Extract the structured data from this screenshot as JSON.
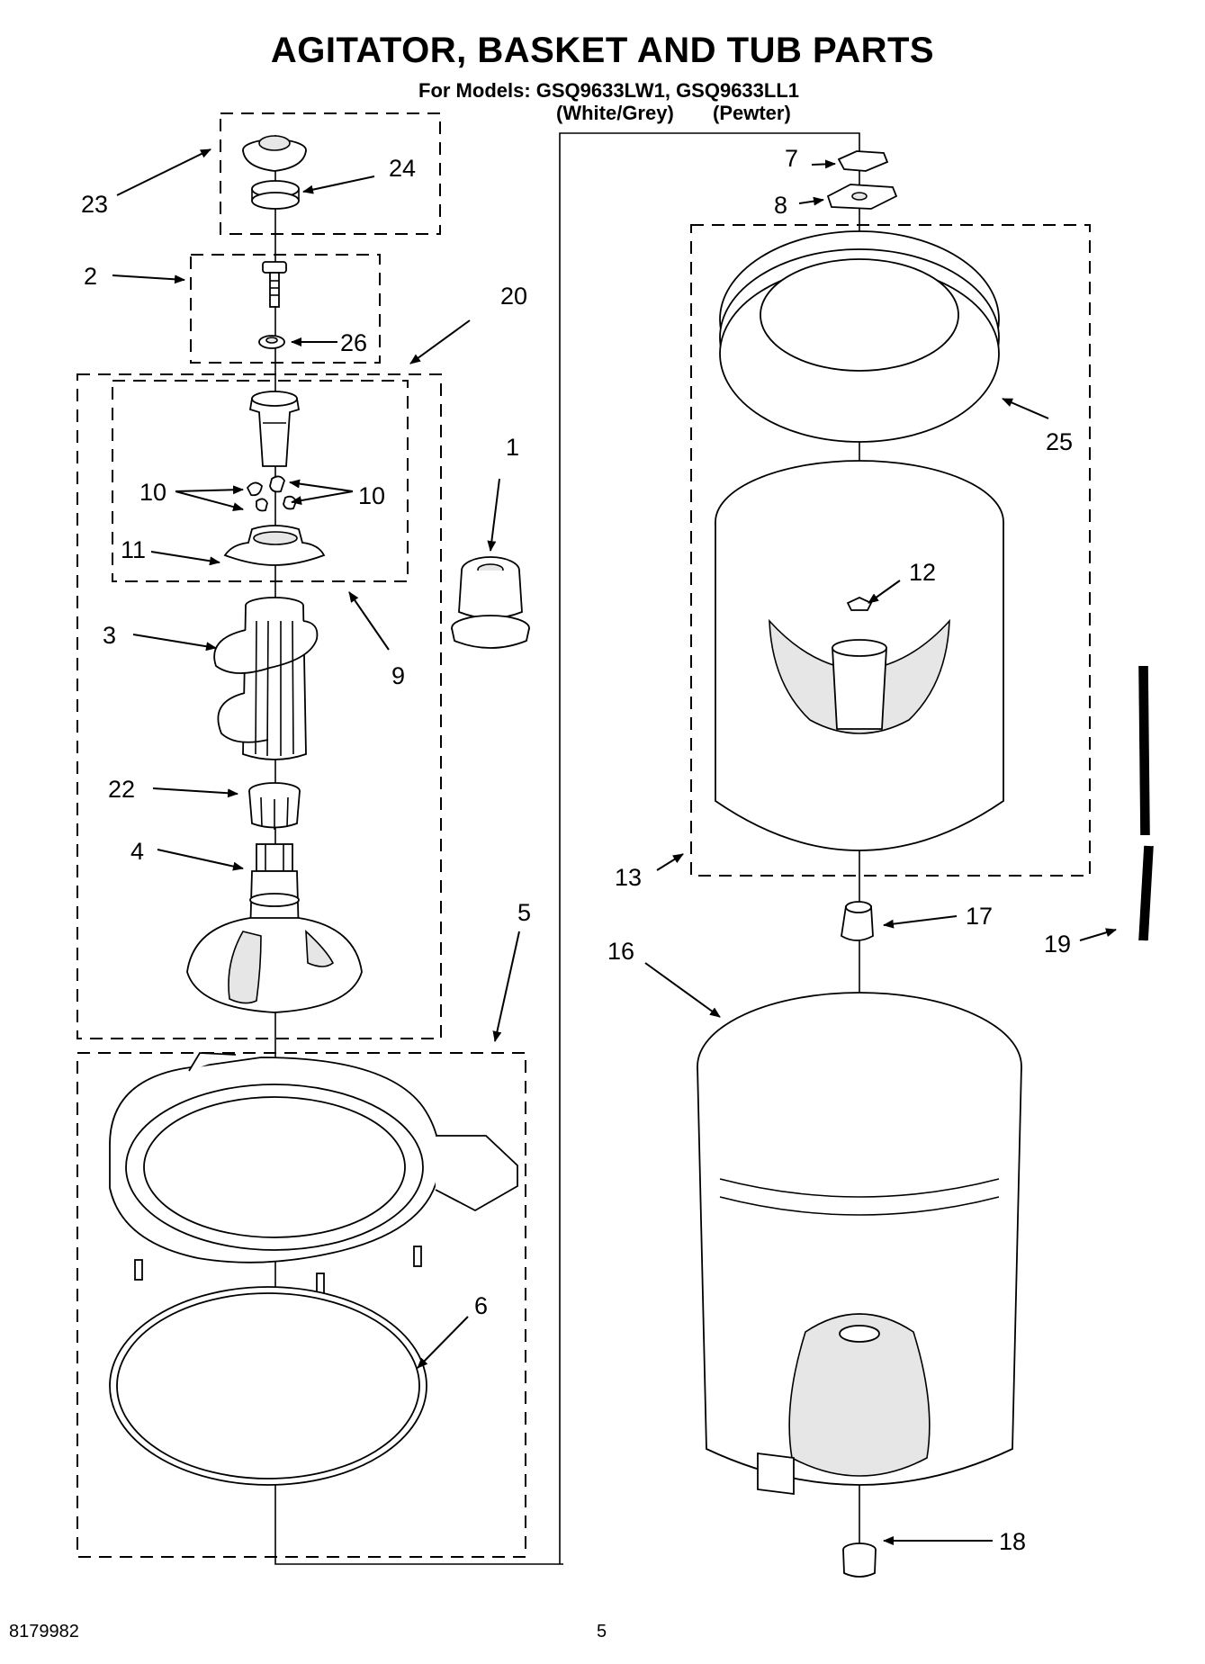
{
  "title": "AGITATOR, BASKET AND TUB PARTS",
  "models": {
    "line": "For Models: GSQ9633LW1, GSQ9633LL1",
    "variant_1": "(White/Grey)",
    "variant_2": "(Pewter)"
  },
  "footer": {
    "doc_number": "8179982",
    "page_number": "5"
  },
  "callouts": {
    "c1": "1",
    "c2": "2",
    "c3": "3",
    "c4": "4",
    "c5": "5",
    "c6": "6",
    "c7": "7",
    "c8": "8",
    "c9": "9",
    "c10a": "10",
    "c10b": "10",
    "c11": "11",
    "c12": "12",
    "c13": "13",
    "c16": "16",
    "c17": "17",
    "c18": "18",
    "c19": "19",
    "c20": "20",
    "c22": "22",
    "c23": "23",
    "c24": "24",
    "c25": "25",
    "c26": "26"
  }
}
